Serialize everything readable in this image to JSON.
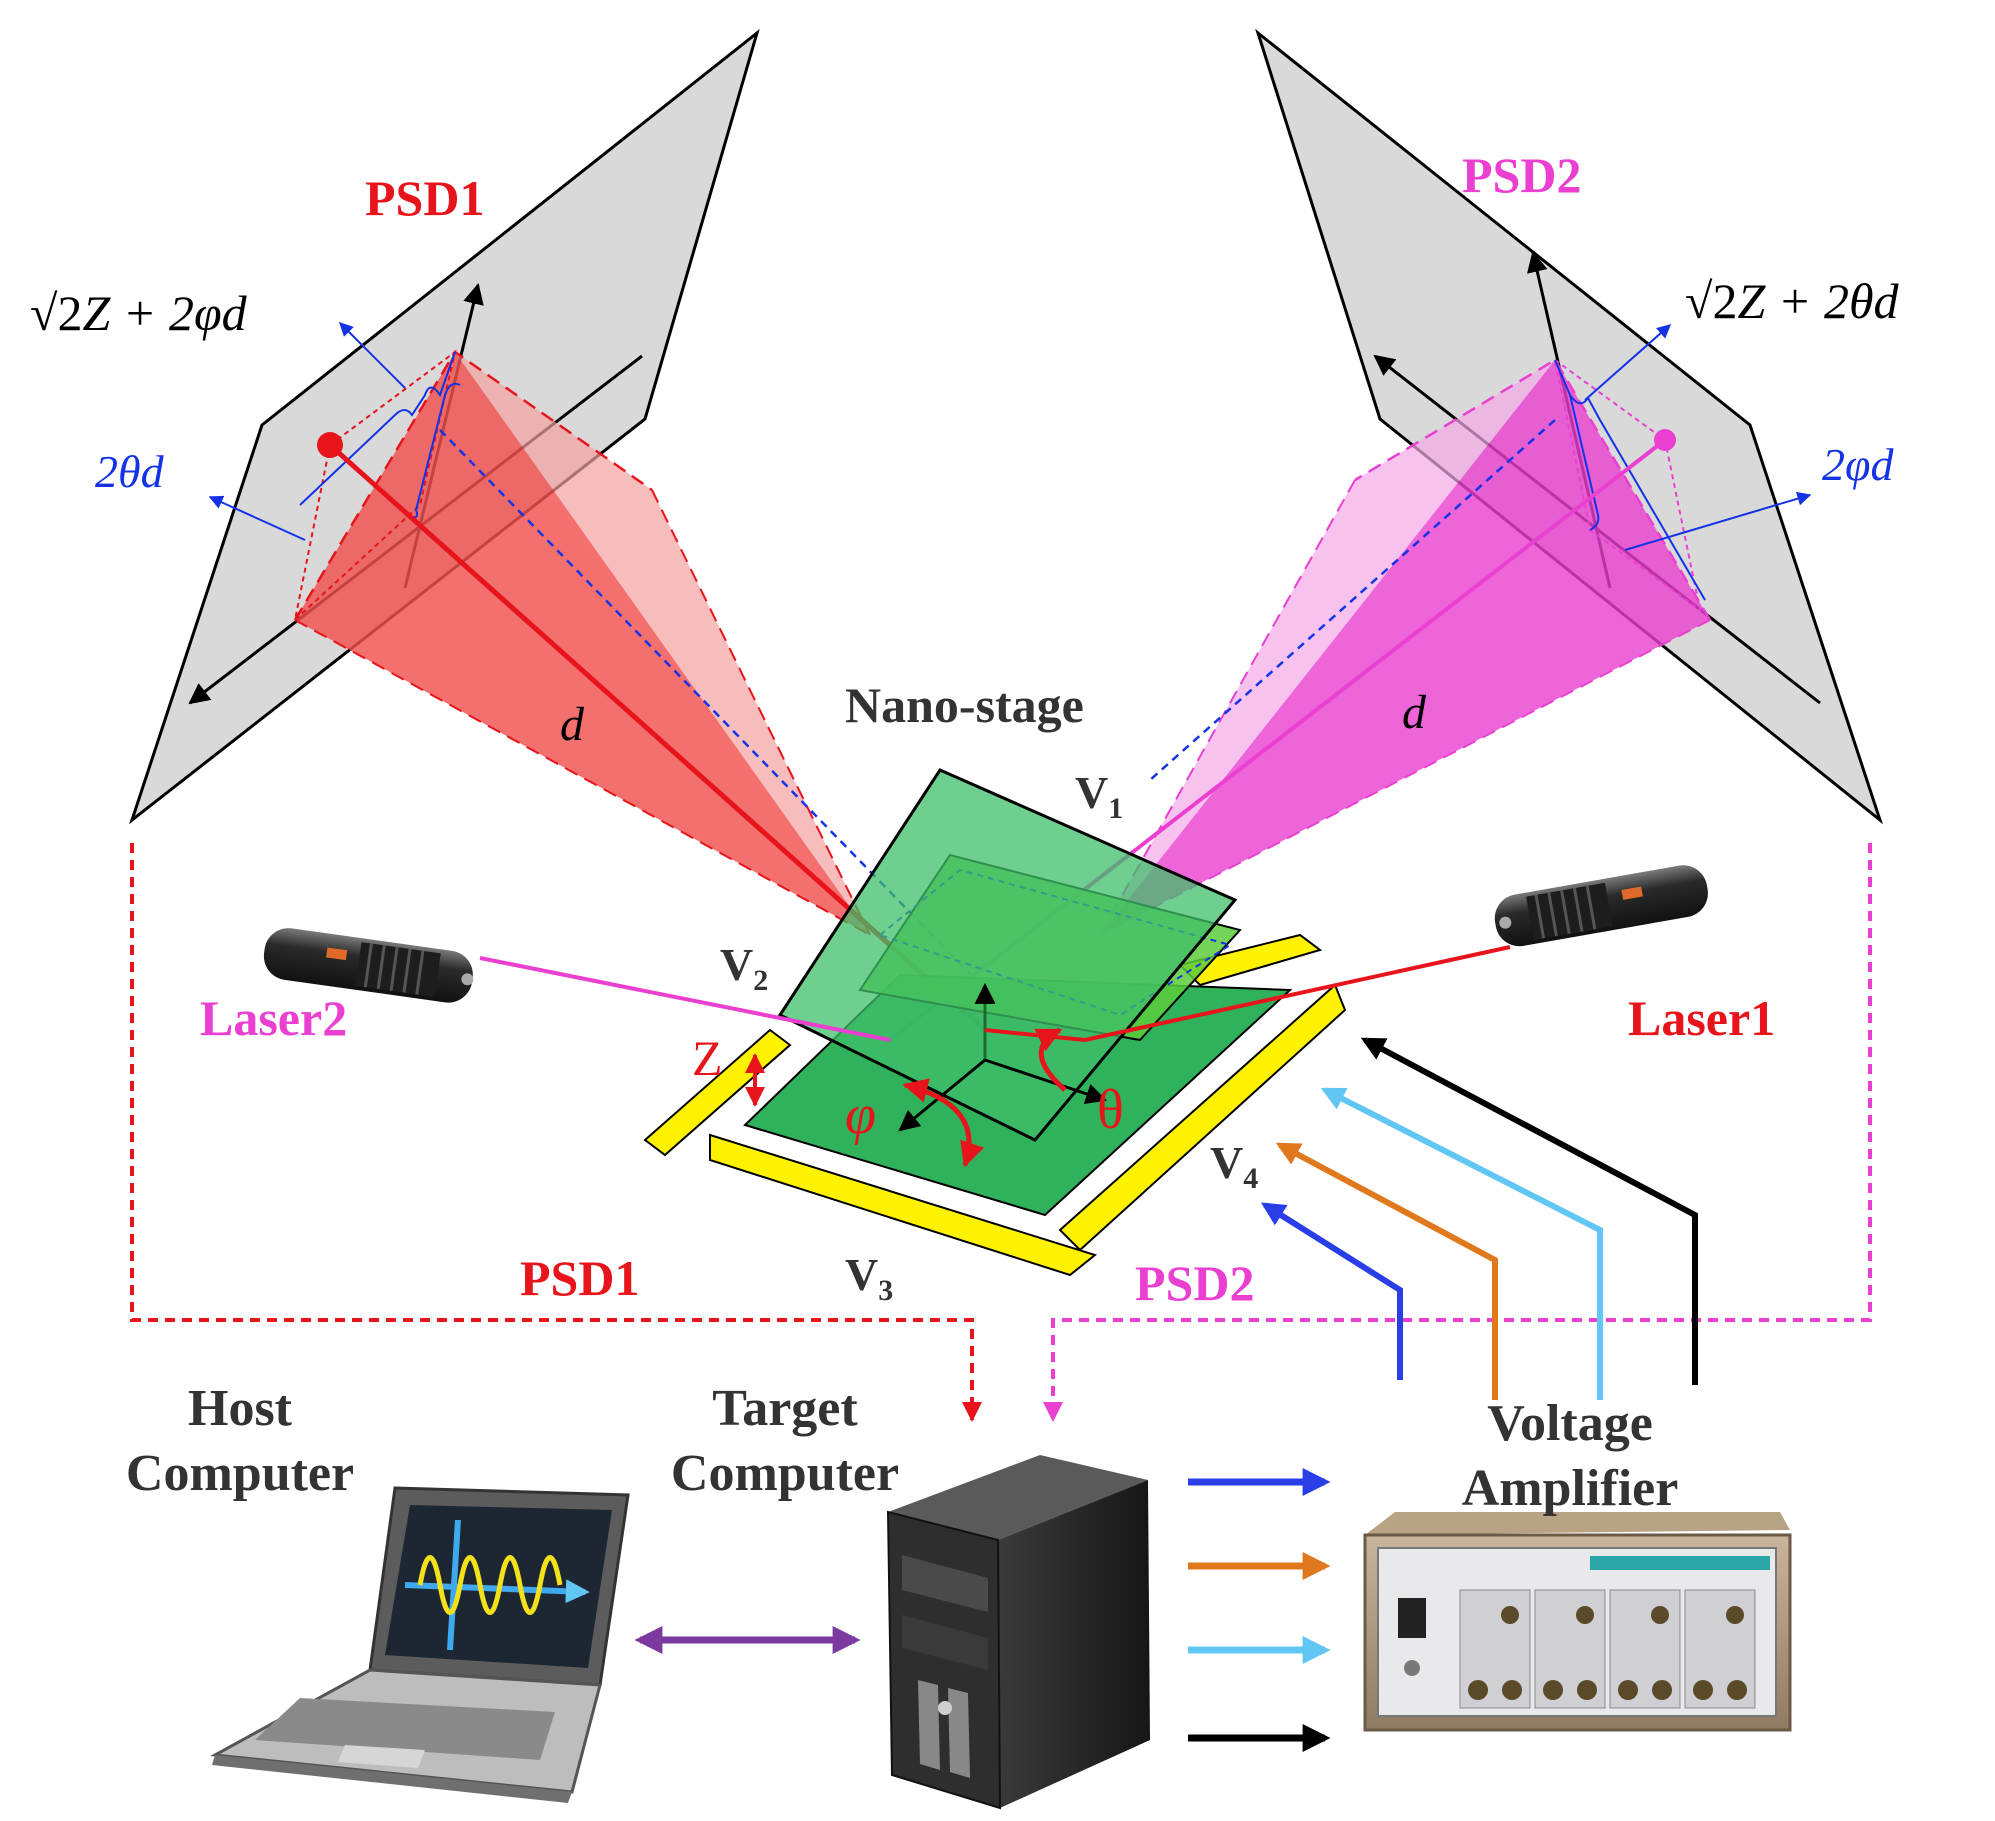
{
  "labels": {
    "psd1_top": "PSD1",
    "psd2_top": "PSD2",
    "psd1_eq_lead": "√2",
    "psd1_eq_tail": "Z + 2φd",
    "psd2_eq_lead": "√2",
    "psd2_eq_tail": "Z + 2θd",
    "psd1_side": "2θd",
    "psd2_side": "2φd",
    "d_left": "d",
    "d_right": "d",
    "nano_stage": "Nano-stage",
    "v1": "V",
    "v1_sub": "1",
    "v2": "V",
    "v2_sub": "2",
    "v3": "V",
    "v3_sub": "3",
    "v4": "V",
    "v4_sub": "4",
    "laser1": "Laser1",
    "laser2": "Laser2",
    "z": "Z",
    "phi": "φ",
    "theta": "θ",
    "psd1_signal": "PSD1",
    "psd2_signal": "PSD2",
    "host_line1": "Host",
    "host_line2": "Computer",
    "target_line1": "Target",
    "target_line2": "Computer",
    "amp_line1": "Voltage",
    "amp_line2": "Amplifier"
  },
  "colors": {
    "psd1": "#e8141b",
    "psd2": "#ea3fd0",
    "blue": "#1432e6",
    "ch1": "#2a3ee8",
    "ch2": "#e0781e",
    "ch3": "#62c6f4",
    "ch4": "#000000",
    "link": "#7a3aa0",
    "stage_green": "#1aa84a",
    "electrode_yellow": "#fff200",
    "plate_gray": "#dadada"
  },
  "icons": [
    "laser-module-icon",
    "laptop-icon",
    "tower-pc-icon",
    "amplifier-box-icon"
  ]
}
